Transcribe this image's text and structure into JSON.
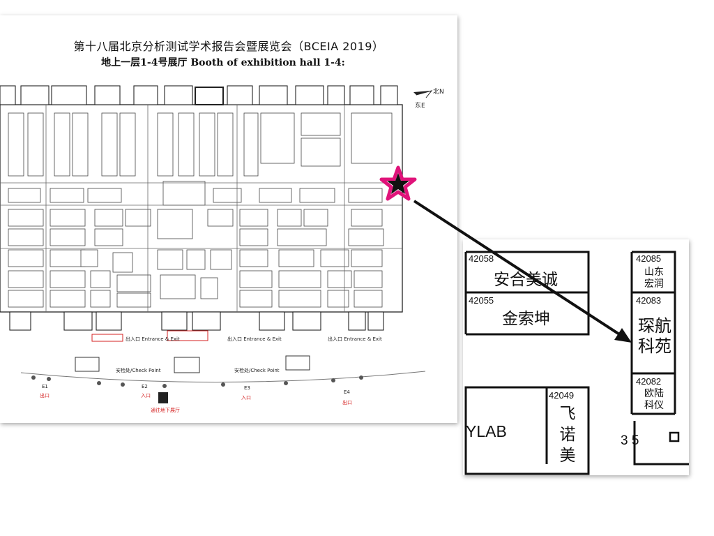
{
  "map": {
    "title": "第十八届北京分析测试学术报告会暨展览会（BCEIA 2019）",
    "subtitle": "地上一层1-4号展厅  Booth of exhibition hall 1-4:",
    "compass": {
      "north": "北N",
      "east": "东E"
    },
    "checkpoint": "安检处/Check Point",
    "entrance_exit": "出入口 Entrance & Exit",
    "exit_label": "出口",
    "entry_label": "入口",
    "gates": [
      "E1",
      "E2",
      "E3",
      "E4"
    ],
    "underground_link": "通往地下展厅"
  },
  "zoom": {
    "booths": [
      {
        "number": "42058",
        "name": "安合美诚"
      },
      {
        "number": "42055",
        "name": "金索坤"
      },
      {
        "number": "42049",
        "name": "飞诺美"
      },
      {
        "number": "",
        "name": "YLAB"
      },
      {
        "number": "42085",
        "name": "山东宏润"
      },
      {
        "number": "42083",
        "name": "琛航科苑"
      },
      {
        "number": "42082",
        "name": "欧陆科仪"
      }
    ],
    "marker": "3 5"
  },
  "colors": {
    "star": "#e0137a",
    "line": "#111111",
    "exit_red": "#d42020"
  }
}
